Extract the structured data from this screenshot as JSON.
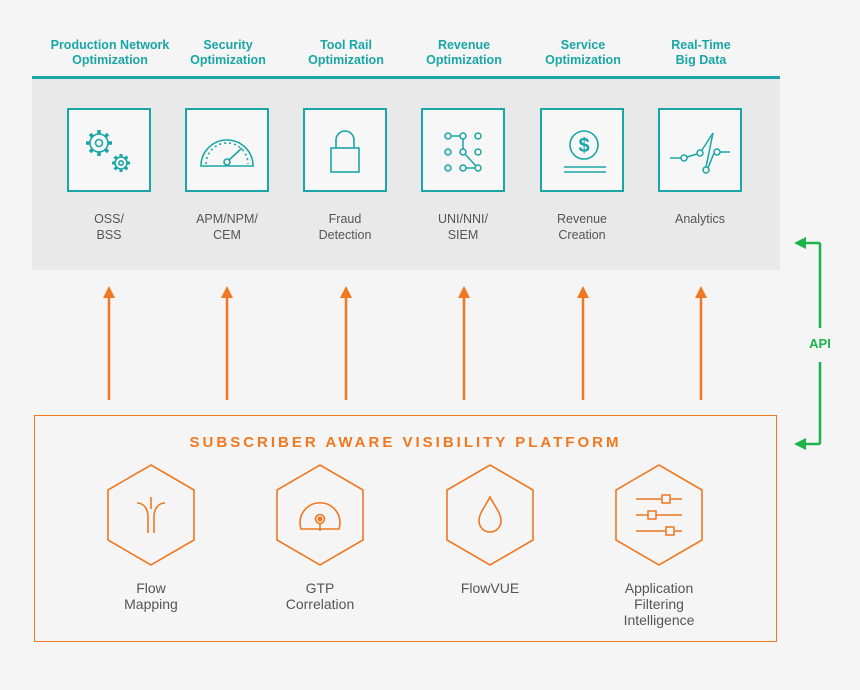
{
  "categories": [
    {
      "label": "Production Network\nOptimization"
    },
    {
      "label": "Security\nOptimization"
    },
    {
      "label": "Tool Rail\nOptimization"
    },
    {
      "label": "Revenue\nOptimization"
    },
    {
      "label": "Service\nOptimization"
    },
    {
      "label": "Real-Time\nBig Data"
    }
  ],
  "tools": [
    {
      "label": "OSS/\nBSS",
      "icon": "gears-icon"
    },
    {
      "label": "APM/NPM/\nCEM",
      "icon": "gauge-icon"
    },
    {
      "label": "Fraud\nDetection",
      "icon": "lock-icon"
    },
    {
      "label": "UNI/NNI/\nSIEM",
      "icon": "node-grid-icon"
    },
    {
      "label": "Revenue\nCreation",
      "icon": "dollar-icon"
    },
    {
      "label": "Analytics",
      "icon": "line-chart-icon"
    }
  ],
  "platform": {
    "title": "SUBSCRIBER AWARE VISIBILITY PLATFORM",
    "modules": [
      {
        "label": "Flow\nMapping",
        "icon": "flow-split-icon"
      },
      {
        "label": "GTP\nCorrelation",
        "icon": "radar-icon"
      },
      {
        "label": "FlowVUE",
        "icon": "droplet-icon"
      },
      {
        "label": "Application\nFiltering\nIntelligence",
        "icon": "sliders-icon"
      }
    ]
  },
  "api": {
    "label": "API"
  },
  "colors": {
    "teal": "#1aa6a6",
    "orange": "#f07820",
    "green": "#1db34a",
    "panel": "#e9e9e9"
  }
}
